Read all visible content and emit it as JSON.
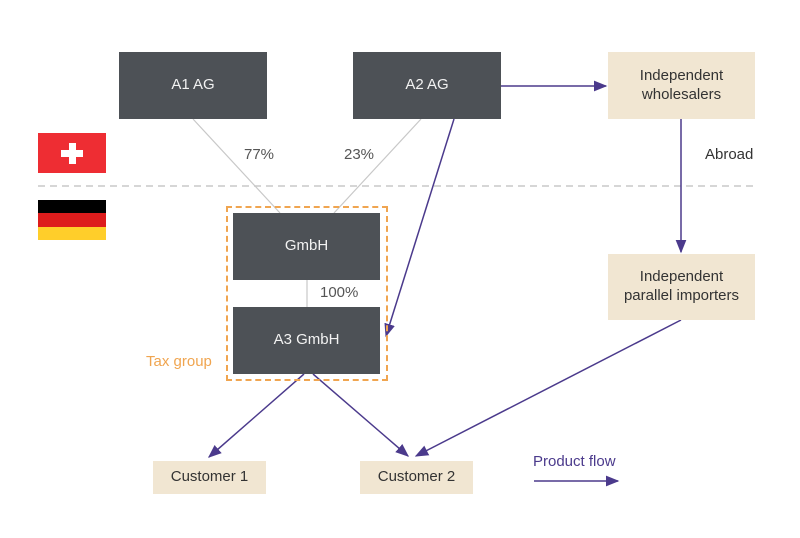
{
  "diagram": {
    "title": "",
    "regions": {
      "switzerland": {
        "flag": "swiss-flag-icon",
        "label": "Abroad"
      },
      "germany": {
        "flag": "german-flag-icon"
      }
    },
    "nodes": {
      "a1": {
        "label": "A1 AG"
      },
      "a2": {
        "label": "A2 AG"
      },
      "gmbh": {
        "label": "GmbH"
      },
      "a3": {
        "label": "A3 GmbH"
      },
      "wholesalers": {
        "label": "Independent wholesalers",
        "line1": "Independent",
        "line2": "wholesalers"
      },
      "importers": {
        "label": "Independent parallel importers",
        "line1": "Independent",
        "line2": "parallel importers"
      },
      "customer1": {
        "label": "Customer 1"
      },
      "customer2": {
        "label": "Customer 2"
      }
    },
    "ownership": [
      {
        "from": "A1 AG",
        "to": "GmbH",
        "share": "77%"
      },
      {
        "from": "A2 AG",
        "to": "GmbH",
        "share": "23%"
      },
      {
        "from": "GmbH",
        "to": "A3 GmbH",
        "share": "100%"
      }
    ],
    "product_flows": [
      {
        "from": "A2 AG",
        "to": "Independent wholesalers"
      },
      {
        "from": "A2 AG",
        "to": "A3 GmbH"
      },
      {
        "from": "Independent wholesalers",
        "to": "Independent parallel importers"
      },
      {
        "from": "Independent parallel importers",
        "to": "Customer 2"
      },
      {
        "from": "A3 GmbH",
        "to": "Customer 1"
      },
      {
        "from": "A3 GmbH",
        "to": "Customer 2"
      }
    ],
    "groups": {
      "tax_group": {
        "label": "Tax group",
        "members": [
          "GmbH",
          "A3 GmbH"
        ]
      }
    },
    "legend": {
      "product_flow": "Product flow"
    },
    "colors": {
      "entity_box": "#4d5156",
      "external_box": "#f1e6d2",
      "flow_arrow": "#4b3a8c",
      "ownership_line": "#c8c8c8",
      "tax_group": "#f0a550",
      "border_line": "#c8c8c8"
    }
  }
}
